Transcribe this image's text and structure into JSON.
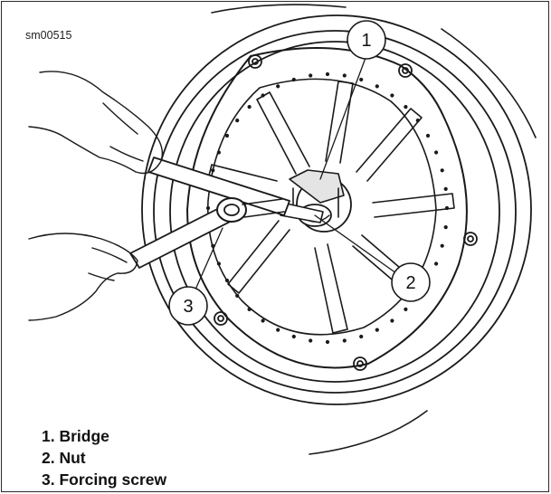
{
  "figure_id": "sm00515",
  "callouts": [
    {
      "number": "1",
      "name": "bridge"
    },
    {
      "number": "2",
      "name": "nut"
    },
    {
      "number": "3",
      "name": "forcing-screw"
    }
  ],
  "legend": [
    "1. Bridge",
    "2. Nut",
    "3. Forcing screw"
  ],
  "colors": {
    "line": "#1a1a1a",
    "shade": "#cfcfcf",
    "background": "#ffffff"
  }
}
